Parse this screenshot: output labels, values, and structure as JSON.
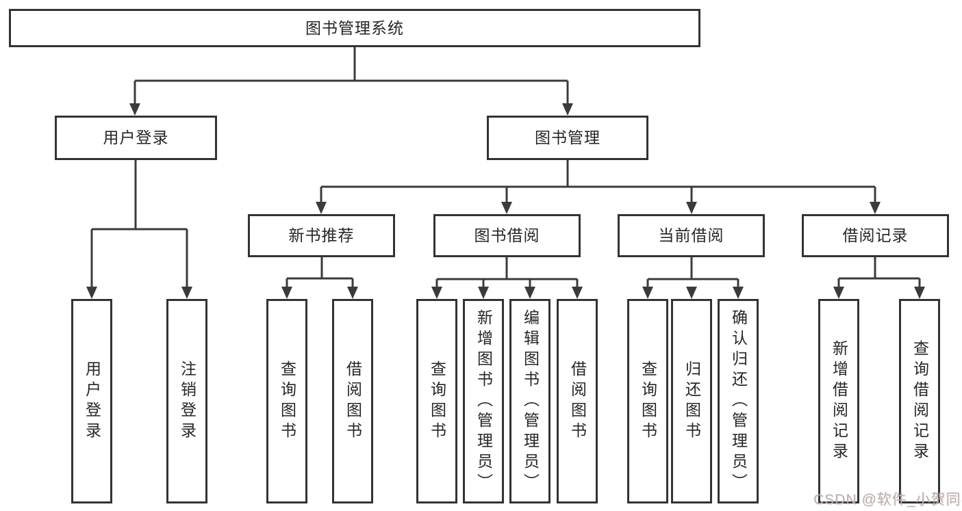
{
  "tree": {
    "label": "图书管理系统",
    "children": [
      {
        "label": "用户登录",
        "children": [
          {
            "label": "用户登录"
          },
          {
            "label": "注销登录"
          }
        ]
      },
      {
        "label": "图书管理",
        "children": [
          {
            "label": "新书推荐",
            "children": [
              {
                "label": "查询图书"
              },
              {
                "label": "借阅图书"
              }
            ]
          },
          {
            "label": "图书借阅",
            "children": [
              {
                "label": "查询图书"
              },
              {
                "label": "新增图书（管理员）"
              },
              {
                "label": "编辑图书（管理员）"
              },
              {
                "label": "借阅图书"
              }
            ]
          },
          {
            "label": "当前借阅",
            "children": [
              {
                "label": "查询图书"
              },
              {
                "label": "归还图书"
              },
              {
                "label": "确认归还（管理员）"
              }
            ]
          },
          {
            "label": "借阅记录",
            "children": [
              {
                "label": "新增借阅记录"
              },
              {
                "label": "查询借阅记录"
              }
            ]
          }
        ]
      }
    ]
  },
  "watermark": {
    "text": "CSDN @软件_小贺同学"
  },
  "colors": {
    "line": "#3b3b3b",
    "border": "#333333",
    "text": "#262626",
    "watermark": "#b4b4b4",
    "background": "#ffffff"
  }
}
